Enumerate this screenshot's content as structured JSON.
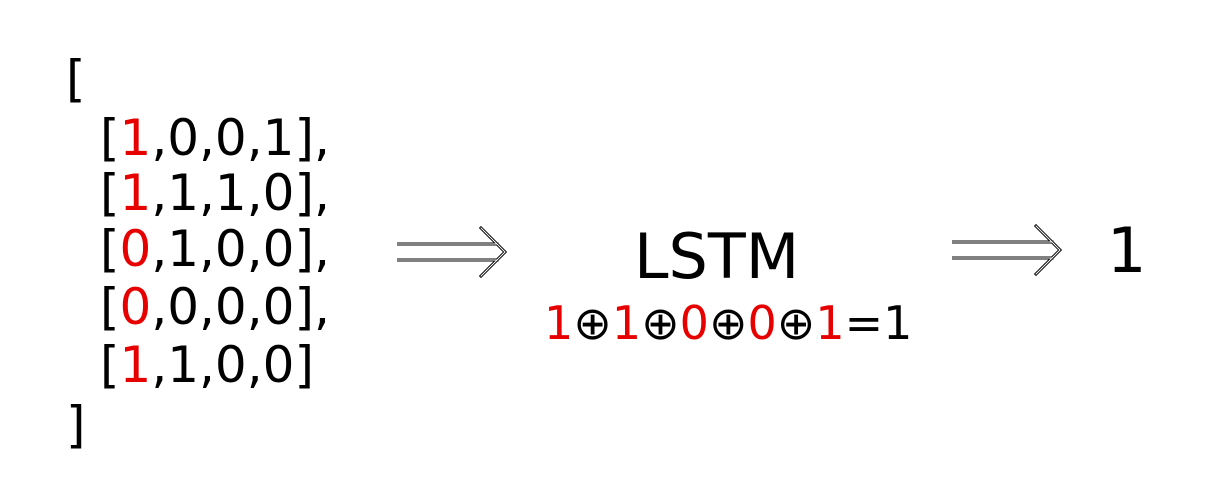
{
  "colors": {
    "highlight": "#e60000",
    "text": "#000000"
  },
  "input": {
    "open_bracket": "[",
    "close_bracket": "]",
    "rows": [
      {
        "first": "1",
        "rest": ",0,0,1],"
      },
      {
        "first": "1",
        "rest": ",1,1,0],"
      },
      {
        "first": "0",
        "rest": ",1,0,0],"
      },
      {
        "first": "0",
        "rest": ",0,0,0],"
      },
      {
        "first": "1",
        "rest": ",1,0,0]"
      }
    ]
  },
  "model": {
    "label": "LSTM",
    "expression": {
      "terms": [
        "1",
        "1",
        "0",
        "0",
        "1"
      ],
      "operator": "⊕",
      "equals": "=",
      "result": "1"
    }
  },
  "output": {
    "value": "1"
  },
  "icons": [
    "double-arrow-right-icon",
    "double-arrow-right-icon"
  ]
}
